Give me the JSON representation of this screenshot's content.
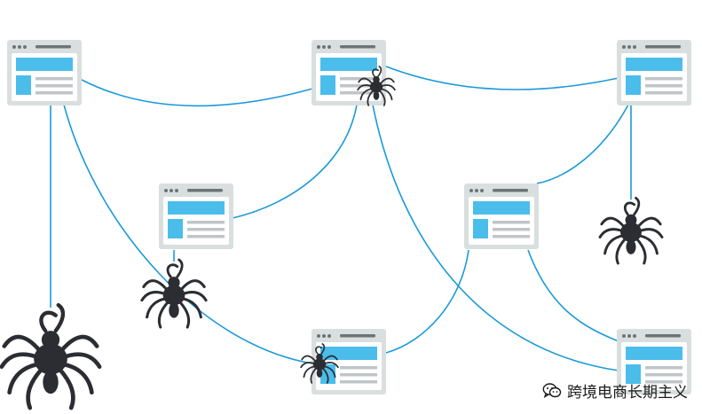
{
  "colors": {
    "background": "#ffffff",
    "link_line": "#1a9ad9",
    "page_frame": "#d9dede",
    "page_inner": "#ffffff",
    "page_accent": "#4bbdeb",
    "page_text_line": "#bfc5c8",
    "page_title_bar": "#6e7476",
    "spider": "#2b2d33"
  },
  "diagram": {
    "pages": [
      {
        "id": "p1"
      },
      {
        "id": "p2"
      },
      {
        "id": "p3"
      },
      {
        "id": "p4"
      },
      {
        "id": "p5"
      },
      {
        "id": "p6"
      },
      {
        "id": "p7"
      }
    ],
    "links": [
      {
        "from": "p1",
        "to": "p2"
      },
      {
        "from": "p2",
        "to": "p3"
      },
      {
        "from": "p1",
        "to": "p6"
      },
      {
        "from": "p4",
        "to": "p2"
      },
      {
        "from": "p2",
        "to": "p7"
      },
      {
        "from": "p3",
        "to": "p5"
      },
      {
        "from": "p5",
        "to": "p6"
      },
      {
        "from": "p5",
        "to": "p7"
      }
    ],
    "spiders": [
      {
        "id": "s-large"
      },
      {
        "id": "s-mid"
      },
      {
        "id": "s-right"
      },
      {
        "id": "s-top"
      },
      {
        "id": "s-bottom"
      }
    ]
  },
  "watermark": {
    "icon": "wechat-icon",
    "text": "跨境电商长期主义"
  }
}
